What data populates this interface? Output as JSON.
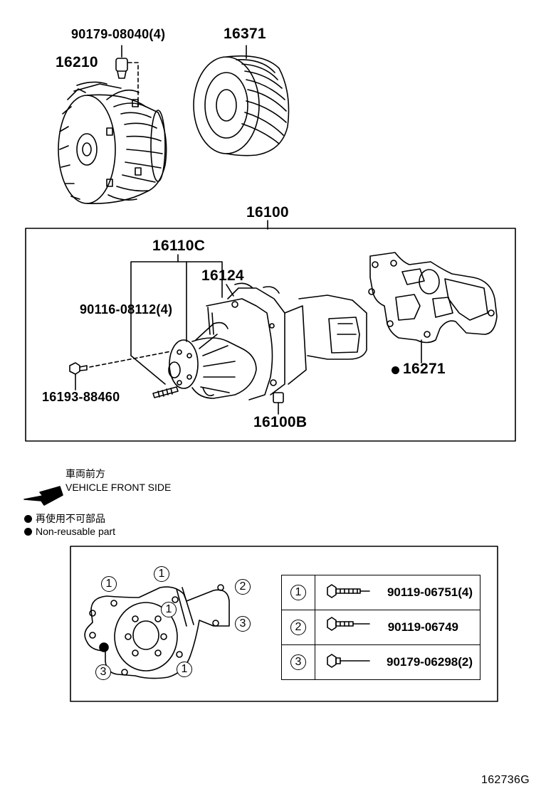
{
  "labels": {
    "fan_bolt": "90179-08040(4)",
    "fan_clutch": "16210",
    "pulley": "16371",
    "pump_assy": "16100",
    "pump_sub": "16110C",
    "gasket_small": "16124",
    "stud": "90116-08112(4)",
    "plug": "16193-88460",
    "pump_b": "16100B",
    "gasket": "16271"
  },
  "legend": {
    "front_jp": "車両前方",
    "front_en": "VEHICLE FRONT SIDE",
    "nonreuse_jp": "再使用不可部品",
    "nonreuse_en": "Non-reusable part"
  },
  "bolt_table": [
    {
      "num": "1",
      "part": "90119-06751(4)"
    },
    {
      "num": "2",
      "part": "90119-06749"
    },
    {
      "num": "3",
      "part": "90179-06298(2)"
    }
  ],
  "diagram_markers": [
    "1",
    "1",
    "2",
    "1",
    "3",
    "3",
    "1"
  ],
  "figure_id": "162736G"
}
